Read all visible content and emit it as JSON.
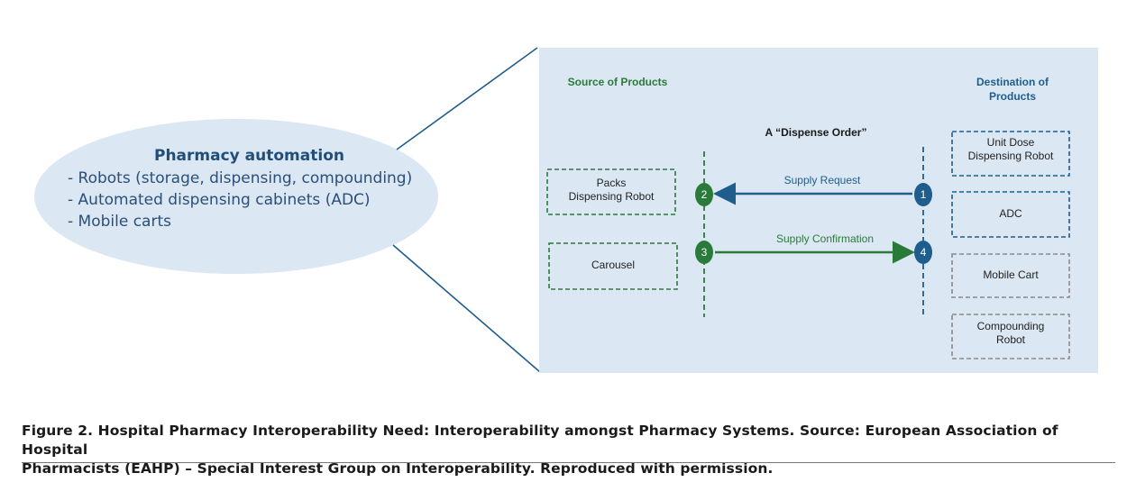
{
  "ellipse": {
    "title": "Pharmacy automation",
    "items": [
      "- Robots (storage, dispensing, compounding)",
      "- Automated dispensing cabinets (ADC)",
      "- Mobile carts"
    ]
  },
  "panel": {
    "source_header": "Source of Products",
    "destination_header_line1": "Destination of",
    "destination_header_line2": "Products",
    "dispense_order": "A “Dispense Order”",
    "supply_request": "Supply Request",
    "supply_confirmation": "Supply Confirmation",
    "nodes": [
      "1",
      "2",
      "3",
      "4"
    ],
    "source_boxes": [
      {
        "line1": "Packs",
        "line2": "Dispensing Robot"
      },
      {
        "line1": "Carousel",
        "line2": ""
      }
    ],
    "destination_boxes": [
      {
        "line1": "Unit Dose",
        "line2": "Dispensing Robot"
      },
      {
        "line1": "ADC",
        "line2": ""
      },
      {
        "line1": "Mobile Cart",
        "line2": ""
      },
      {
        "line1": "Compounding",
        "line2": "Robot"
      }
    ]
  },
  "colors": {
    "panel_bg": "#dbe7f3",
    "ellipse_bg": "#dbe7f3",
    "blue": "#1f5d8c",
    "green": "#2a7a3a",
    "gray": "#8a8a8a"
  },
  "caption": {
    "line1": "Figure 2. Hospital Pharmacy Interoperability Need: Interoperability amongst Pharmacy Systems. Source: European Association of Hospital",
    "line2": "Pharmacists (EAHP) – Special Interest Group on Interoperability. Reproduced with permission."
  }
}
